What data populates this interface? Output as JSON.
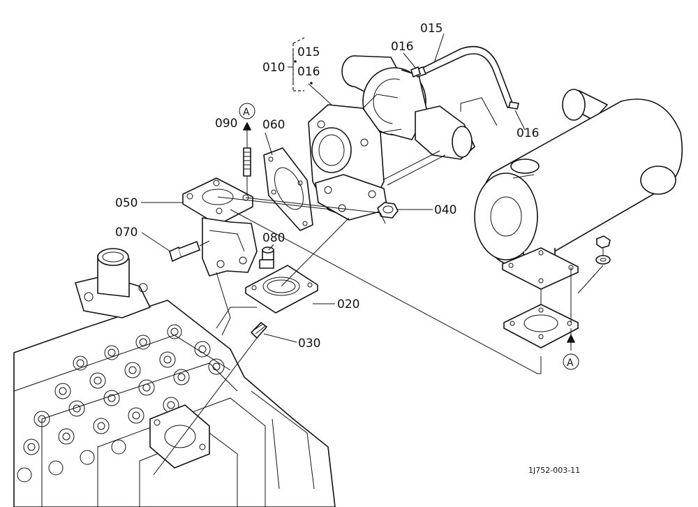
{
  "labels": {
    "p010": "010",
    "p015_group": "015",
    "p016_group": "016",
    "p015": "015",
    "p016_a": "016",
    "p016_b": "016",
    "p090": "090",
    "p060": "060",
    "p050": "050",
    "p040": "040",
    "p070": "070",
    "p080": "080",
    "p020": "020",
    "p030": "030",
    "ref_a_top": "A",
    "ref_a_bottom": "A"
  },
  "drawing_code": "1J752-003-11"
}
